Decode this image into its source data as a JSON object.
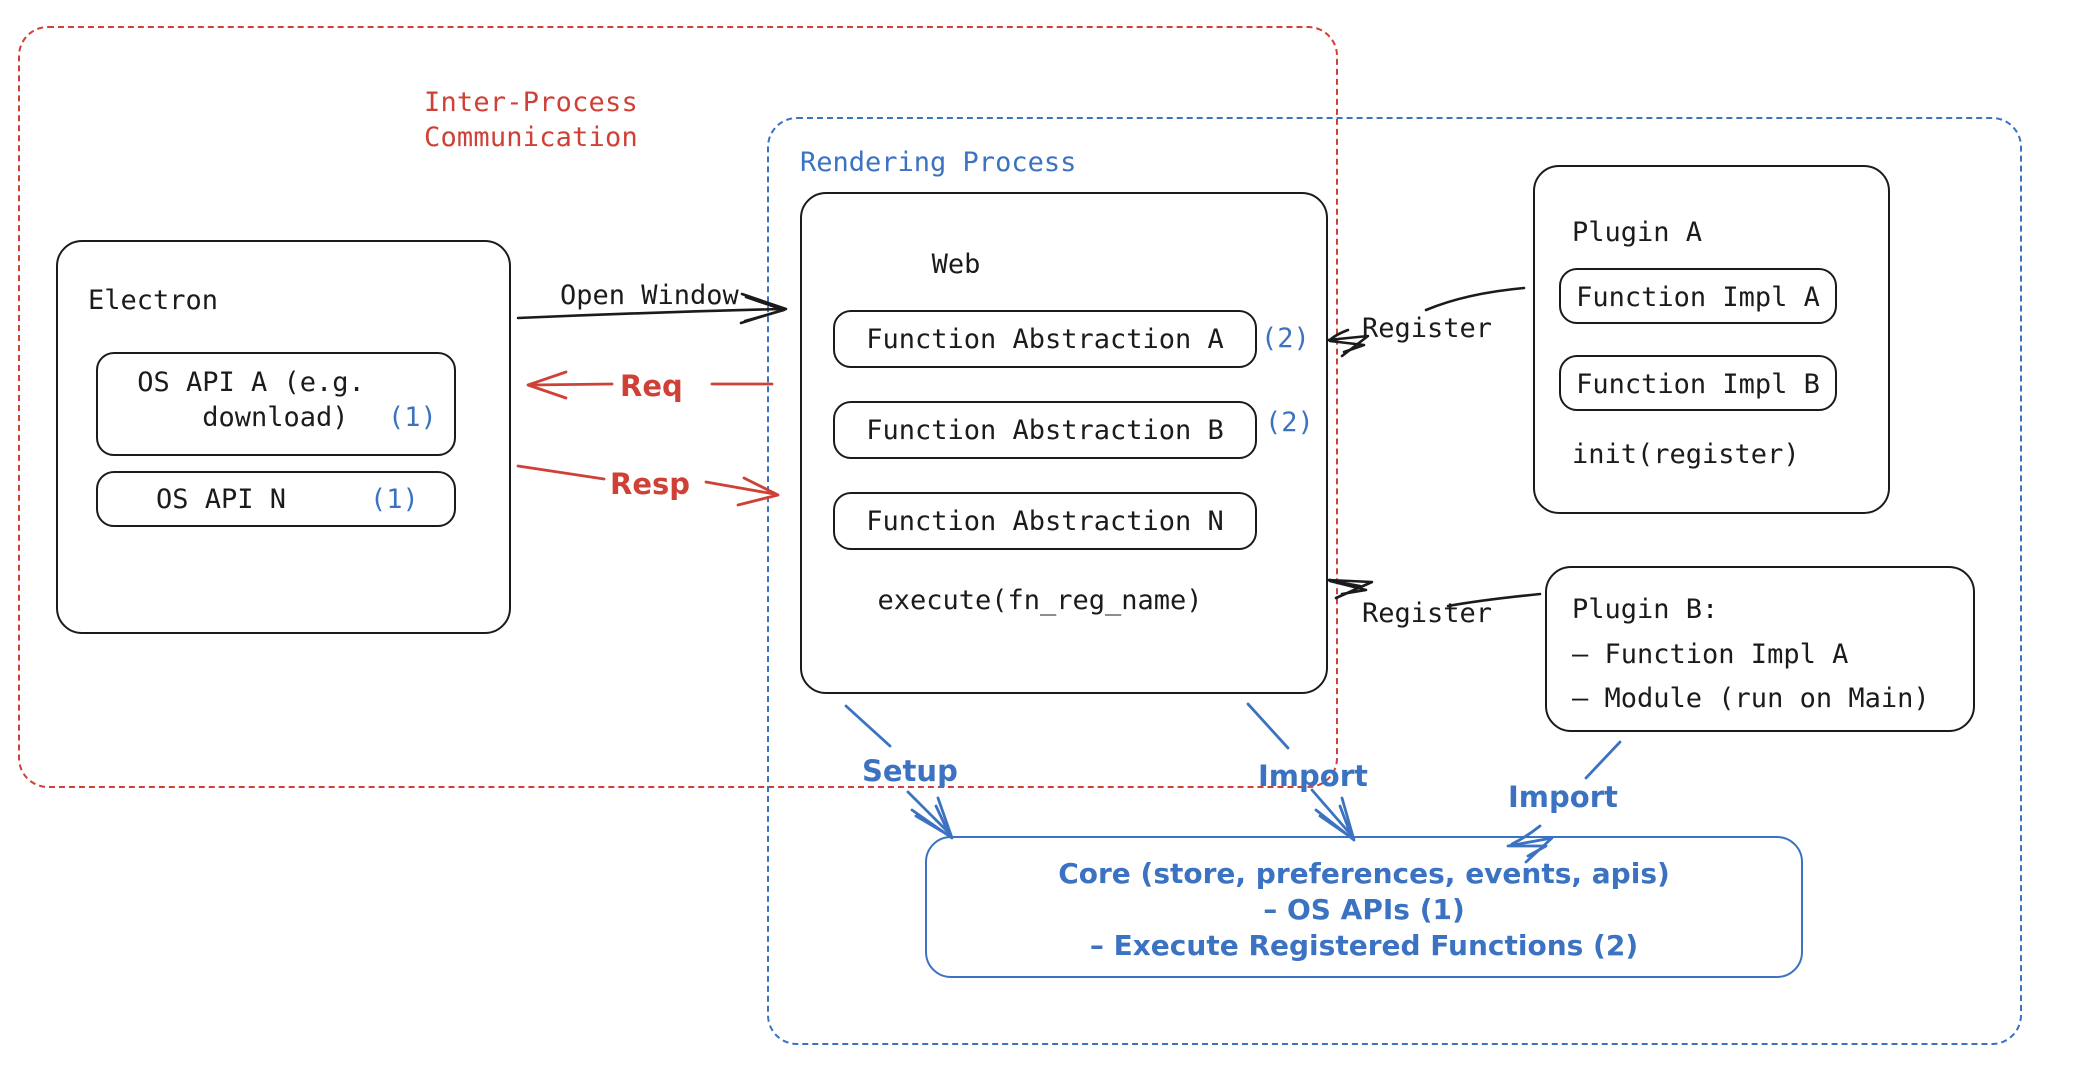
{
  "diagram": {
    "title": "Electron plugin architecture",
    "colors": {
      "red": "#cf4137",
      "blue": "#3b72c2",
      "black": "#1b1b1b"
    }
  },
  "groups": {
    "ipc": {
      "label": "Inter-Process\nCommunication",
      "color": "#cf4137",
      "style": "dashed"
    },
    "rendering": {
      "label": "Rendering Process",
      "color": "#3b72c2",
      "style": "dashed"
    }
  },
  "electron": {
    "title": "Electron",
    "apis": [
      {
        "label": "OS API A (e.g.\n   download)",
        "tag": "(1)"
      },
      {
        "label": "OS API N",
        "tag": "(1)"
      }
    ]
  },
  "web": {
    "title": "Web",
    "abstractions": [
      {
        "label": "Function Abstraction A",
        "tag": "(2)"
      },
      {
        "label": "Function Abstraction B",
        "tag": "(2)"
      },
      {
        "label": "Function Abstraction N",
        "tag": ""
      }
    ],
    "footer": "execute(fn_reg_name)"
  },
  "plugin_a": {
    "title": "Plugin A",
    "impls": [
      "Function Impl A",
      "Function Impl B"
    ],
    "footer": "init(register)"
  },
  "plugin_b": {
    "title": "Plugin B:",
    "lines": [
      "– Function Impl A",
      "– Module (run on Main)"
    ]
  },
  "core": {
    "lines": [
      "Core (store, preferences, events, apis)",
      "– OS APIs (1)",
      "– Execute Registered Functions (2)"
    ]
  },
  "edges": [
    {
      "name": "open-window",
      "label": "Open Window",
      "color": "#1b1b1b"
    },
    {
      "name": "req",
      "label": "Req",
      "color": "#cf4137"
    },
    {
      "name": "resp",
      "label": "Resp",
      "color": "#cf4137"
    },
    {
      "name": "register-a",
      "label": "Register",
      "color": "#1b1b1b"
    },
    {
      "name": "register-b",
      "label": "Register",
      "color": "#1b1b1b"
    },
    {
      "name": "setup",
      "label": "Setup",
      "color": "#3b72c2"
    },
    {
      "name": "import-web",
      "label": "Import",
      "color": "#3b72c2"
    },
    {
      "name": "import-plugin",
      "label": "Import",
      "color": "#3b72c2"
    }
  ]
}
